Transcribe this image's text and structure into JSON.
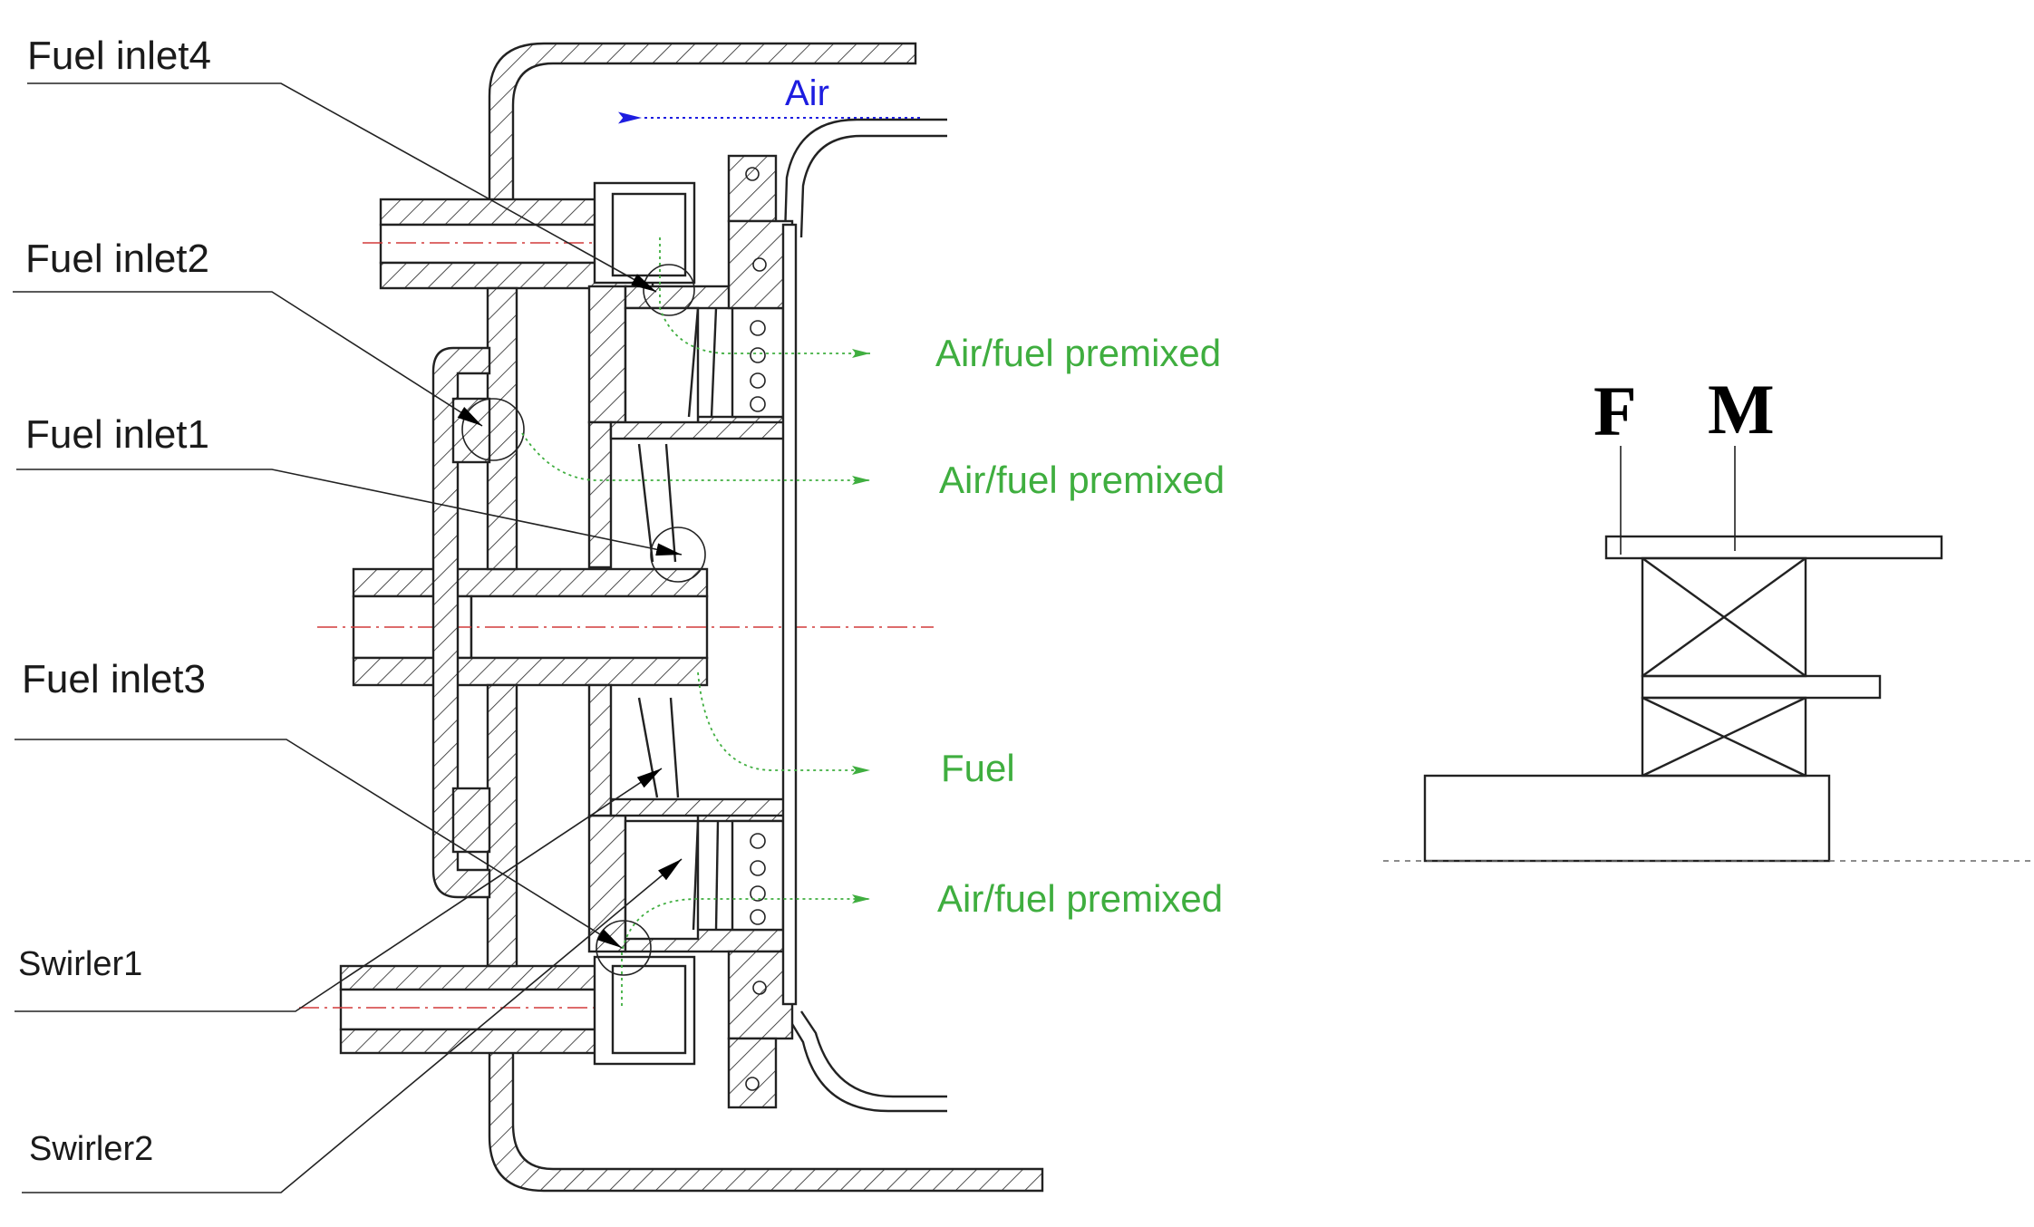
{
  "labels": {
    "fuel_inlet4": "Fuel inlet4",
    "fuel_inlet2": "Fuel inlet2",
    "fuel_inlet1": "Fuel inlet1",
    "fuel_inlet3": "Fuel inlet3",
    "swirler1": "Swirler1",
    "swirler2": "Swirler2"
  },
  "flows": {
    "air": "Air",
    "premixed_1": "Air/fuel premixed",
    "premixed_2": "Air/fuel premixed",
    "fuel": "Fuel",
    "premixed_3": "Air/fuel premixed"
  },
  "schematic": {
    "letter_f": "F",
    "letter_m": "M"
  },
  "colors": {
    "flow_green": "#3fae3f",
    "air_blue": "#1d1de0",
    "centerline_red": "#d23a3a",
    "line_dark": "#222222"
  }
}
